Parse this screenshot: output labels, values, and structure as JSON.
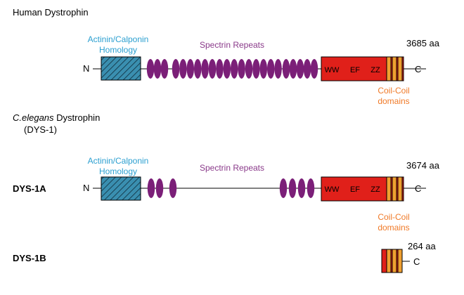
{
  "colors": {
    "actinin_fill": "#3a8fb0",
    "actinin_text": "#2b9fd0",
    "spectrin": "#7b1f78",
    "spectrin_text": "#8a3a8a",
    "dgc_box": "#e0201a",
    "coil_fill": "#f0a030",
    "coil_text": "#f07a28",
    "line": "#000000"
  },
  "human": {
    "title": "Human Dystrophin",
    "n_label": "N",
    "c_label": "C",
    "actinin_label_1": "Actinin/Calponin",
    "actinin_label_2": "Homology",
    "spectrin_label": "Spectrin Repeats",
    "length": "3685 aa",
    "ww": "WW",
    "ef": "EF",
    "zz": "ZZ",
    "coil_label_1": "Coil-Coil",
    "coil_label_2": "domains"
  },
  "celegans": {
    "species": "C.elegans",
    "title_rest": " Dystrophin",
    "subtitle": "(DYS-1)"
  },
  "dys1a": {
    "name": "DYS-1A",
    "n_label": "N",
    "c_label": "C",
    "actinin_label_1": "Actinin/Calponin",
    "actinin_label_2": "Homology",
    "spectrin_label": "Spectrin Repeats",
    "length": "3674 aa",
    "ww": "WW",
    "ef": "EF",
    "zz": "ZZ",
    "coil_label_1": "Coil-Coil",
    "coil_label_2": "domains"
  },
  "dys1b": {
    "name": "DYS-1B",
    "c_label": "C",
    "length": "264 aa"
  }
}
